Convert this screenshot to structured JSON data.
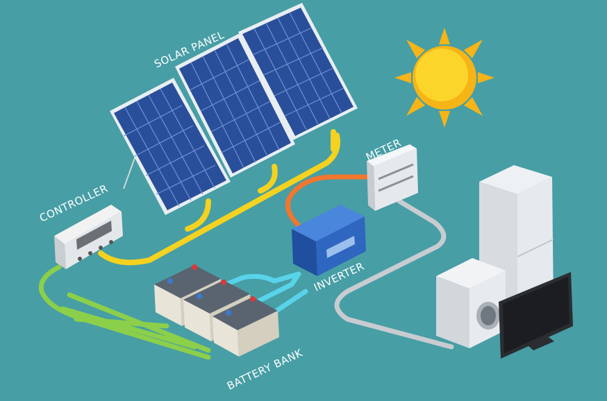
{
  "labels": {
    "solar_panel": "SOLAR PANEL",
    "controller": "CONTROLLER",
    "meter": "METER",
    "inverter": "INVERTER",
    "battery_bank": "BATTERY BANK"
  },
  "colors": {
    "background": "#479ea5",
    "solar_wire": "#f4d21f",
    "controller_wire": "#8ccf4a",
    "battery_wire": "#58d3ea",
    "meter_wire": "#f2762e",
    "load_wire": "#c8ccd0",
    "sun": "#f8c81c",
    "panel": "#2a4f9a",
    "inverter": "#2f66c0"
  },
  "icons": [
    "sun-icon",
    "solar-panel-icon",
    "controller-icon",
    "battery-icon",
    "inverter-icon",
    "meter-icon",
    "fridge-icon",
    "washing-machine-icon",
    "tv-icon"
  ]
}
